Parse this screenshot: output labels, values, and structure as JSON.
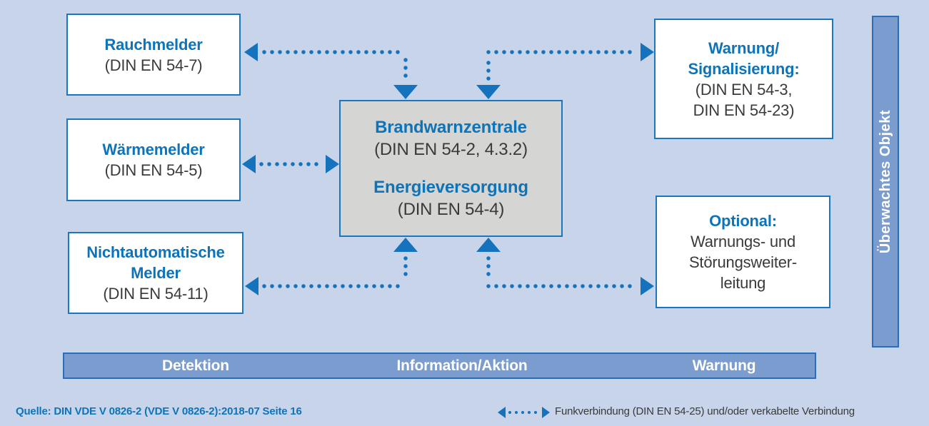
{
  "diagram": {
    "boxes": {
      "rauchmelder": {
        "title": "Rauchmelder",
        "subtitle": "(DIN EN 54-7)"
      },
      "waermemelder": {
        "title": "Wärmemelder",
        "subtitle": "(DIN EN 54-5)"
      },
      "nichtautomatische": {
        "title_line1": "Nichtautomatische",
        "title_line2": "Melder",
        "subtitle": "(DIN EN 54-11)"
      },
      "zentrale": {
        "title1": "Brandwarnzentrale",
        "subtitle1": "(DIN EN 54-2, 4.3.2)",
        "title2": "Energieversorgung",
        "subtitle2": "(DIN EN 54-4)"
      },
      "warnung": {
        "title_line1": "Warnung/",
        "title_line2": "Signalisierung:",
        "subtitle_line1": "(DIN EN 54-3,",
        "subtitle_line2": "DIN EN 54-23)"
      },
      "optional": {
        "title": "Optional:",
        "line1": "Warnungs- und",
        "line2": "Störungsweiter-",
        "line3": "leitung"
      }
    },
    "side_bar": {
      "label": "Überwachtes Objekt"
    },
    "phase_bar": {
      "labels": [
        "Detektion",
        "Information/Aktion",
        "Warnung"
      ]
    },
    "connectors": [
      "rauchmelder-zentrale",
      "zentrale-warnung-signalisierung",
      "waermemelder-zentrale",
      "nichtautomatische-zentrale",
      "zentrale-optional"
    ]
  },
  "footer": {
    "source": "Quelle: DIN VDE V 0826-2 (VDE V 0826-2):2018-07 Seite 16",
    "legend_label": "Funkverbindung (DIN EN 54-25) und/oder verkabelte Verbindung"
  },
  "colors": {
    "background": "#c8d4ea",
    "box_border": "#1a76c0",
    "title_blue": "#0e74ba",
    "text_dark": "#3a3a39",
    "bar_fill": "#7b9cce",
    "bar_border": "#2b6db6",
    "central_fill": "#d5d5d3",
    "arrow": "#1473bc",
    "bar_text": "#ffffff"
  }
}
